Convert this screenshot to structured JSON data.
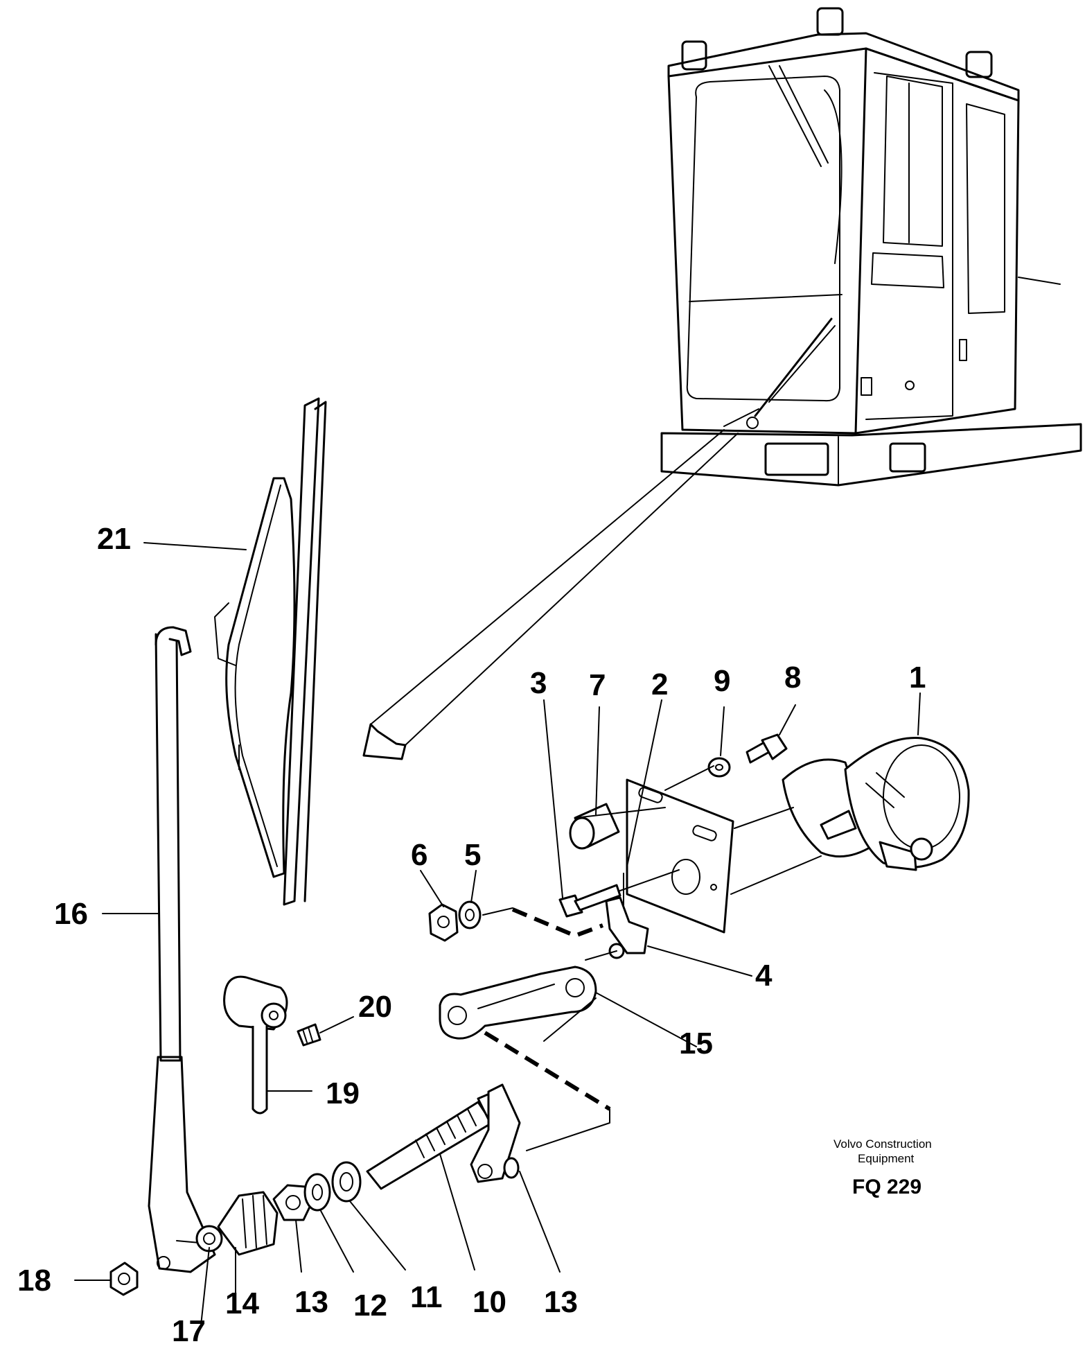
{
  "callouts": {
    "p1": "1",
    "p2": "2",
    "p3": "3",
    "p4": "4",
    "p5": "5",
    "p6": "6",
    "p7": "7",
    "p8": "8",
    "p9": "9",
    "p10": "10",
    "p11": "11",
    "p12": "12",
    "p13a": "13",
    "p13b": "13",
    "p14": "14",
    "p15": "15",
    "p16": "16",
    "p17": "17",
    "p18": "18",
    "p19": "19",
    "p20": "20",
    "p21": "21"
  },
  "credit": {
    "line1": "Volvo Construction",
    "line2": "Equipment"
  },
  "figure_code": "FQ 229"
}
